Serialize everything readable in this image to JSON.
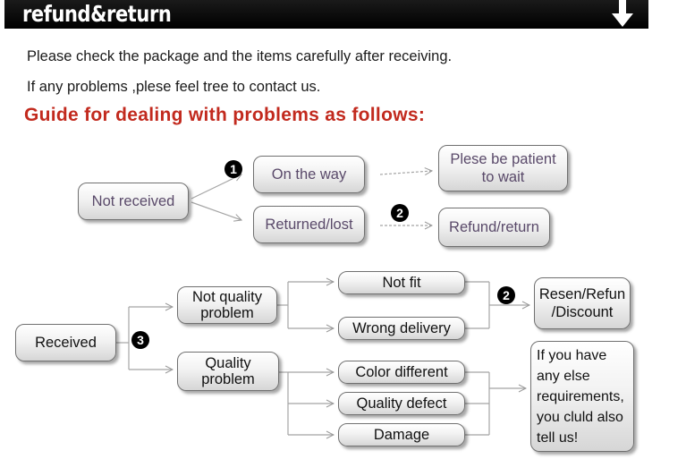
{
  "header": {
    "title": "refund&return",
    "arrow_icon": "down-arrow-icon"
  },
  "intro": {
    "line1": "Please check the package and the items carefully after receiving.",
    "line2": "If any problems ,plese feel tree to contact us."
  },
  "guide_title": "Guide for dealing with problems as follows:",
  "colors": {
    "guide_title": "#c22a1e",
    "header_bg": "#000000",
    "top_box_text": "#5a4a6a"
  },
  "top_flow": {
    "not_received": "Not received",
    "on_the_way": "On the way",
    "returned_lost": "Returned/lost",
    "patient": "Plese be patient to wait",
    "refund_return": "Refund/return",
    "num1": "1",
    "num2": "2"
  },
  "bottom_flow": {
    "received": "Received",
    "num3": "3",
    "not_quality": "Not quality problem",
    "quality": "Quality problem",
    "not_fit": "Not fit",
    "wrong_delivery": "Wrong delivery",
    "color_different": "Color different",
    "quality_defect": "Quality defect",
    "damage": "Damage",
    "num2": "2",
    "resend": "Resen/Refun /Discount",
    "if_you_have": "If you have any else requirements, you cluld also tell us!"
  }
}
